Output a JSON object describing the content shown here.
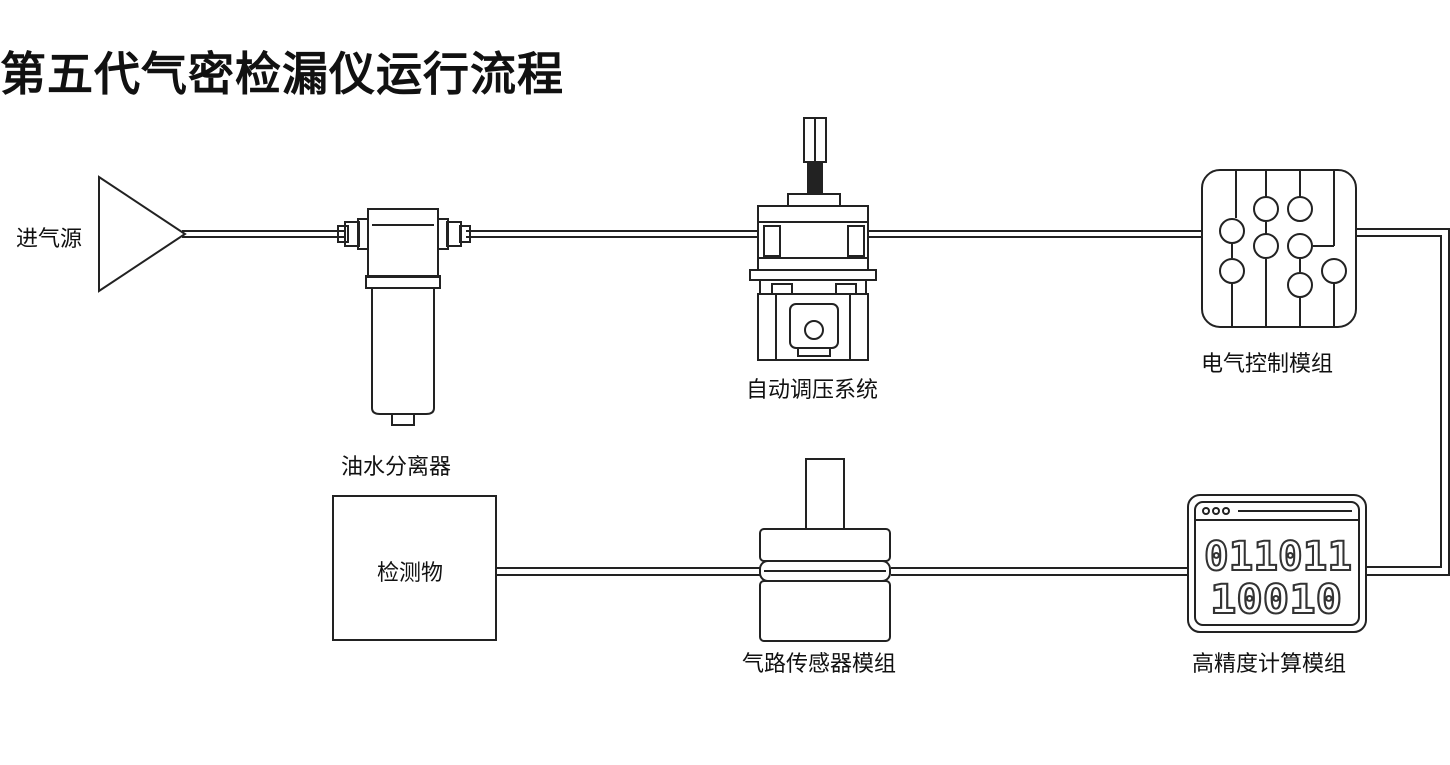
{
  "title": "第五代气密检漏仪运行流程",
  "nodes": {
    "air_source": "进气源",
    "oil_water_separator": "油水分离器",
    "auto_pressure_system": "自动调压系统",
    "electric_control_module": "电气控制模组",
    "test_object": "检测物",
    "airway_sensor_module": "气路传感器模组",
    "precision_compute_module": "高精度计算模组"
  },
  "compute_display": {
    "line1": "011011",
    "line2": "10010"
  },
  "colors": {
    "stroke": "#222222",
    "background": "#ffffff"
  }
}
